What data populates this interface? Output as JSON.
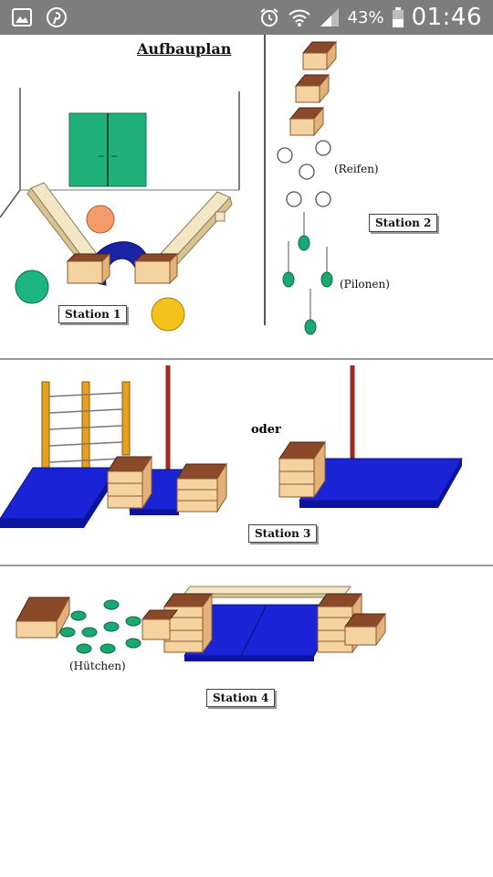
{
  "status_bar": {
    "battery_percent": "43%",
    "time": "01:46",
    "icons": [
      "gallery-icon",
      "pinterest-icon",
      "alarm-icon",
      "wifi-icon",
      "signal-icon",
      "battery-icon"
    ]
  },
  "diagram": {
    "title": "Aufbauplan",
    "station1_label": "Station 1",
    "station2_label": "Station 2",
    "station3_label": "Station 3",
    "station4_label": "Station 4",
    "reifen_label": "(Reifen)",
    "pilonen_label": "(Pilonen)",
    "huetchen_label": "(Hütchen)",
    "oder_label": "oder",
    "colors": {
      "mat_blue": "#1a24d6",
      "box_top": "#8a4a2a",
      "box_side": "#f5d3a0",
      "door_green": "#20b07a",
      "bench": "#f3e6c4",
      "pole_red": "#a0281e",
      "bar_orange": "#e8a020",
      "cone_green": "#1aa870",
      "ball_orange": "#f59a6a",
      "ball_yellow": "#f4c21c",
      "ball_green": "#1cb480"
    }
  }
}
